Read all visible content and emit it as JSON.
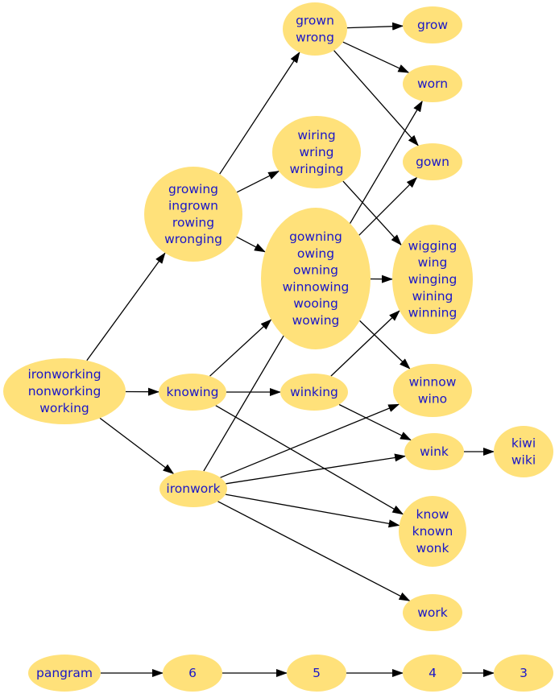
{
  "graph": {
    "nodes": [
      {
        "id": "grown_wrong",
        "lines": [
          "grown",
          "wrong"
        ]
      },
      {
        "id": "grow",
        "lines": [
          "grow"
        ]
      },
      {
        "id": "worn",
        "lines": [
          "worn"
        ]
      },
      {
        "id": "wiring",
        "lines": [
          "wiring",
          "wring",
          "wringing"
        ]
      },
      {
        "id": "gown",
        "lines": [
          "gown"
        ]
      },
      {
        "id": "growing",
        "lines": [
          "growing",
          "ingrown",
          "rowing",
          "wronging"
        ]
      },
      {
        "id": "gowning",
        "lines": [
          "gowning",
          "owing",
          "owning",
          "winnowing",
          "wooing",
          "wowing"
        ]
      },
      {
        "id": "wigging",
        "lines": [
          "wigging",
          "wing",
          "winging",
          "wining",
          "winning"
        ]
      },
      {
        "id": "ironworking",
        "lines": [
          "ironworking",
          "nonworking",
          "working"
        ]
      },
      {
        "id": "knowing",
        "lines": [
          "knowing"
        ]
      },
      {
        "id": "winking",
        "lines": [
          "winking"
        ]
      },
      {
        "id": "winnow",
        "lines": [
          "winnow",
          "wino"
        ]
      },
      {
        "id": "wink",
        "lines": [
          "wink"
        ]
      },
      {
        "id": "kiwi",
        "lines": [
          "kiwi",
          "wiki"
        ]
      },
      {
        "id": "ironwork",
        "lines": [
          "ironwork"
        ]
      },
      {
        "id": "know",
        "lines": [
          "know",
          "known",
          "wonk"
        ]
      },
      {
        "id": "work",
        "lines": [
          "work"
        ]
      },
      {
        "id": "pangram",
        "lines": [
          "pangram"
        ]
      },
      {
        "id": "n6",
        "lines": [
          "6"
        ]
      },
      {
        "id": "n5",
        "lines": [
          "5"
        ]
      },
      {
        "id": "n4",
        "lines": [
          "4"
        ]
      },
      {
        "id": "n3",
        "lines": [
          "3"
        ]
      }
    ],
    "edges": [
      {
        "from": "grown_wrong",
        "to": "grow"
      },
      {
        "from": "grown_wrong",
        "to": "worn"
      },
      {
        "from": "grown_wrong",
        "to": "gown"
      },
      {
        "from": "growing",
        "to": "grown_wrong"
      },
      {
        "from": "growing",
        "to": "wiring"
      },
      {
        "from": "growing",
        "to": "gowning"
      },
      {
        "from": "wiring",
        "to": "wigging"
      },
      {
        "from": "gowning",
        "to": "gown"
      },
      {
        "from": "gowning",
        "to": "wigging"
      },
      {
        "from": "gowning",
        "to": "winnow"
      },
      {
        "from": "ironworking",
        "to": "growing"
      },
      {
        "from": "ironworking",
        "to": "knowing"
      },
      {
        "from": "ironworking",
        "to": "ironwork"
      },
      {
        "from": "knowing",
        "to": "gowning"
      },
      {
        "from": "knowing",
        "to": "winking"
      },
      {
        "from": "knowing",
        "to": "know"
      },
      {
        "from": "winking",
        "to": "wigging"
      },
      {
        "from": "winking",
        "to": "wink"
      },
      {
        "from": "wink",
        "to": "kiwi"
      },
      {
        "from": "ironwork",
        "to": "worn"
      },
      {
        "from": "ironwork",
        "to": "winnow"
      },
      {
        "from": "ironwork",
        "to": "wink"
      },
      {
        "from": "ironwork",
        "to": "know"
      },
      {
        "from": "ironwork",
        "to": "work"
      },
      {
        "from": "pangram",
        "to": "n6"
      },
      {
        "from": "n6",
        "to": "n5"
      },
      {
        "from": "n5",
        "to": "n4"
      },
      {
        "from": "n4",
        "to": "n3"
      }
    ]
  }
}
